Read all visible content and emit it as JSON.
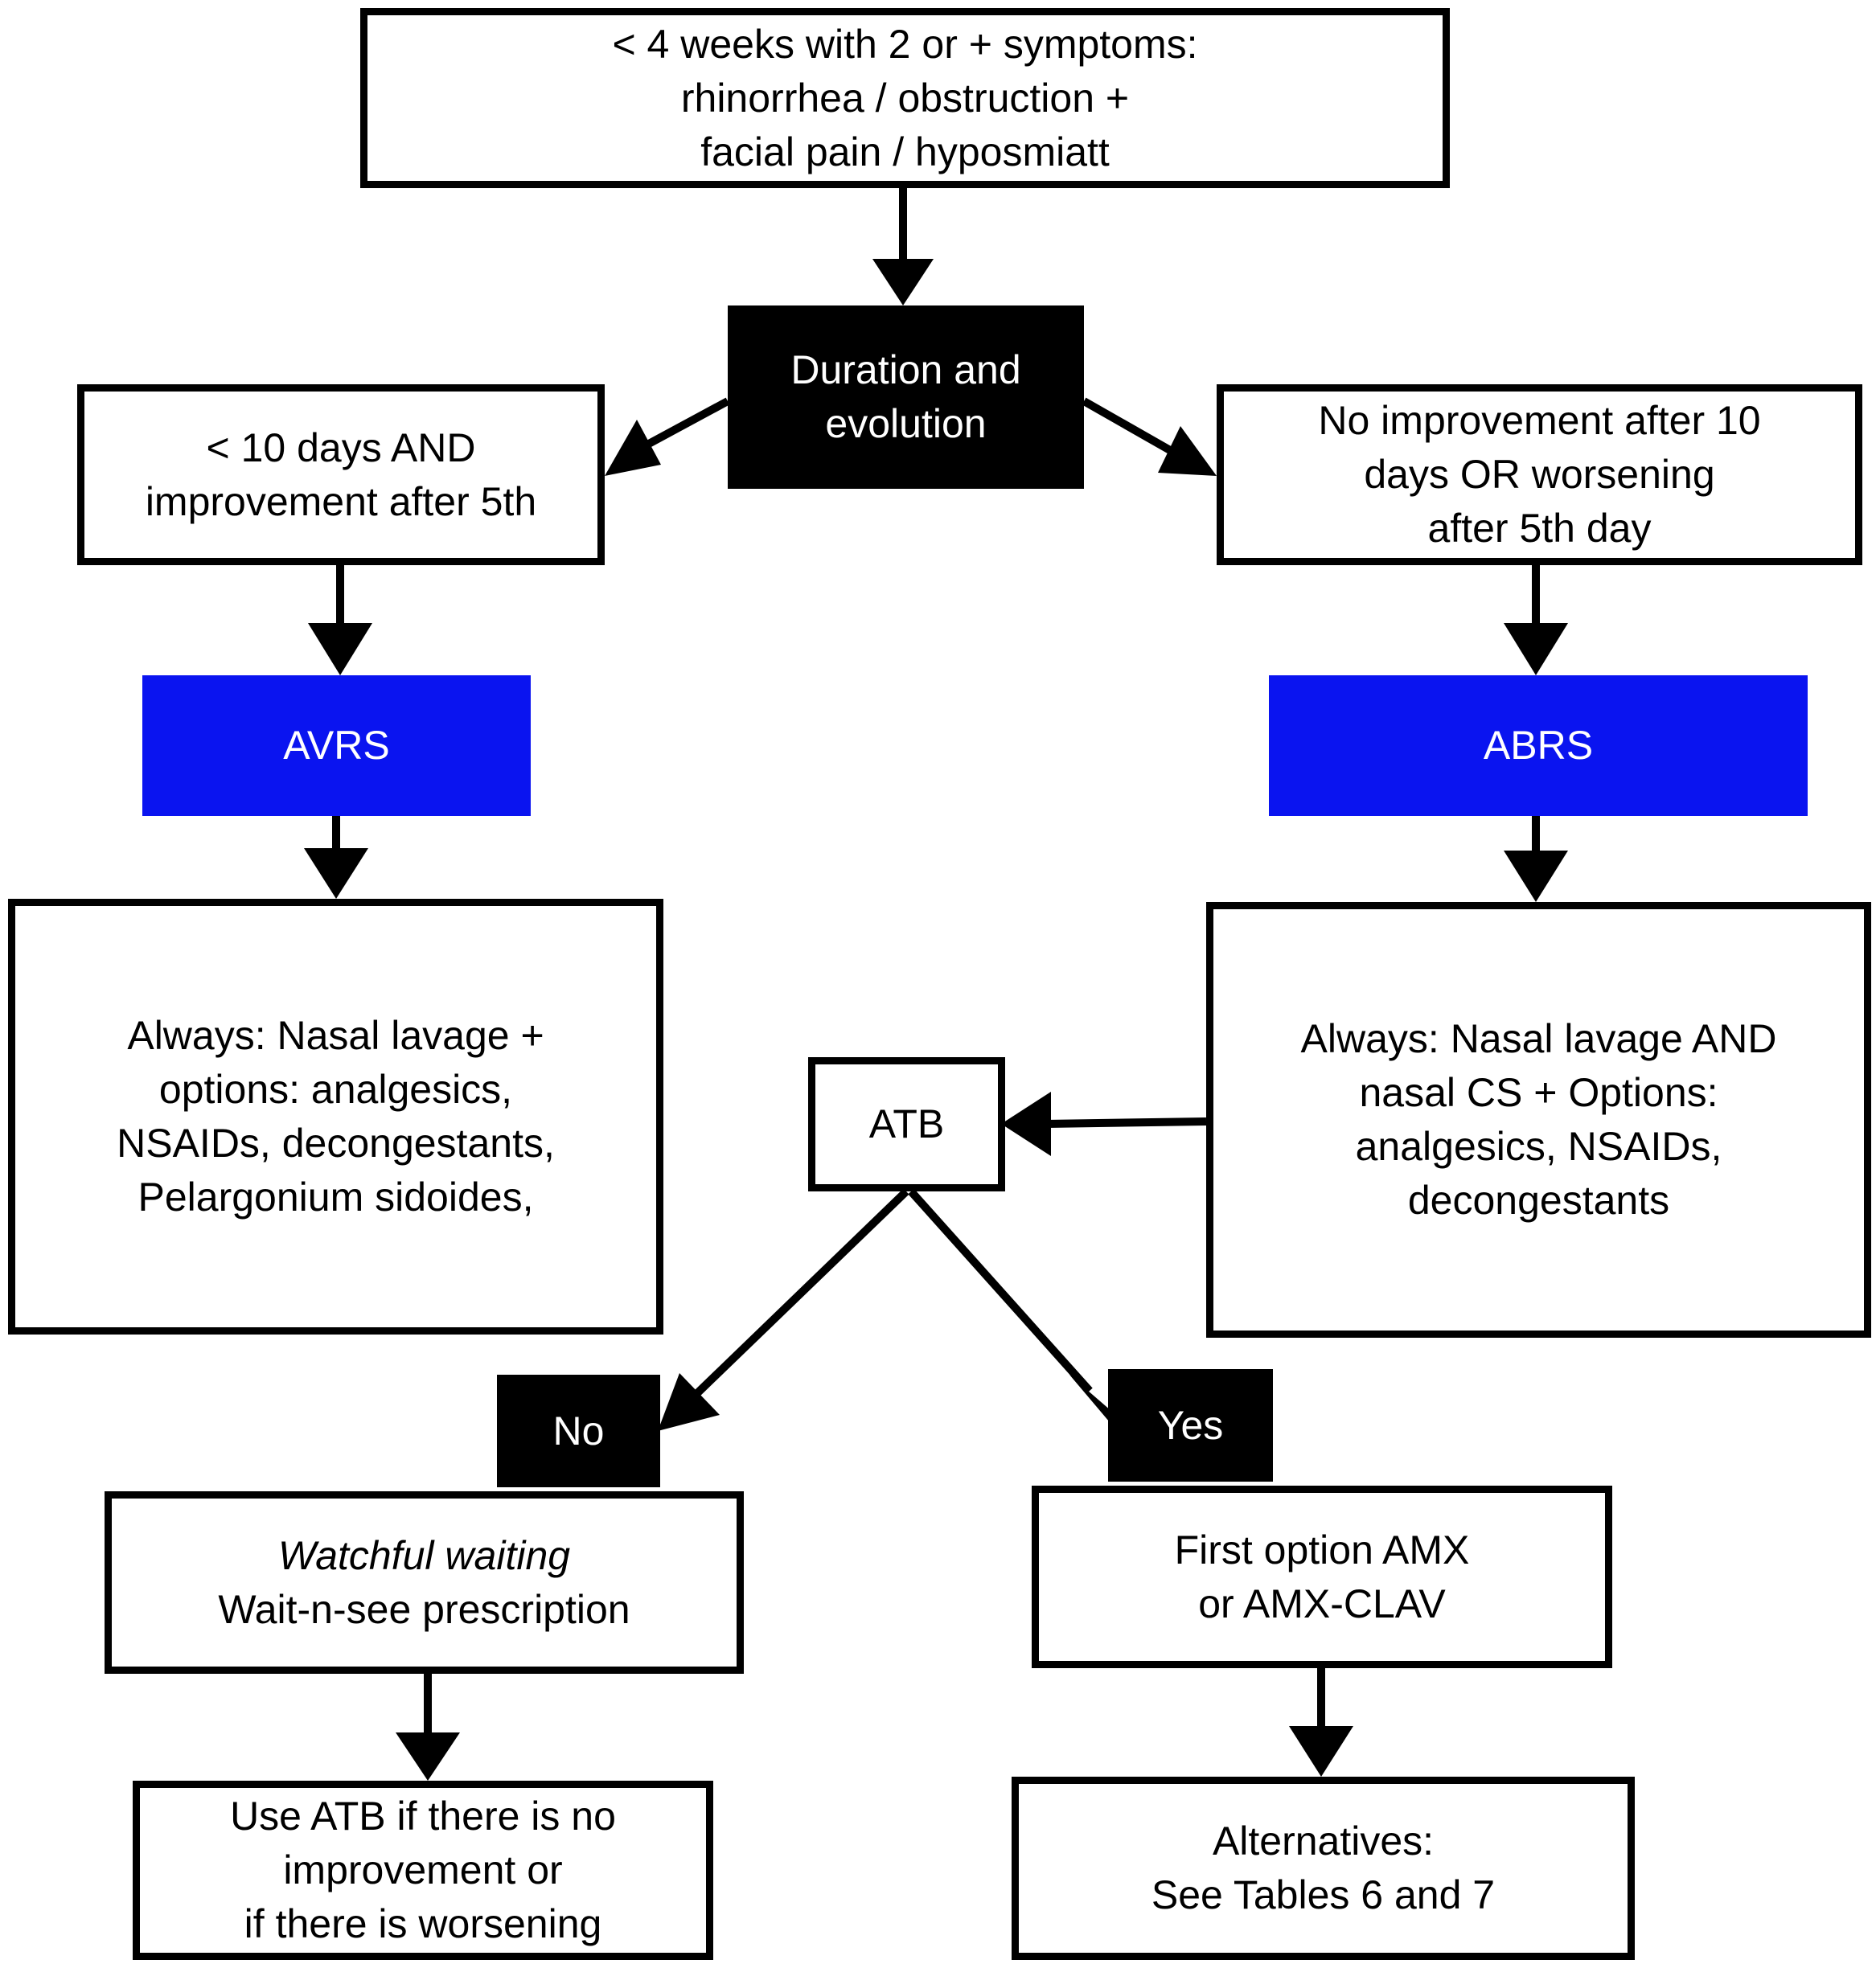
{
  "colors": {
    "blue_box": "#0a14f0",
    "dark_box": "#000000",
    "stroke": "#000000"
  },
  "nodes": {
    "start": {
      "lines": [
        "< 4 weeks with 2 or + symptoms:",
        "rhinorrhea / obstruction +",
        "facial pain / hyposmiatt"
      ]
    },
    "duration": {
      "lines": [
        "Duration and",
        "evolution"
      ]
    },
    "left_criteria": {
      "lines": [
        "< 10 days AND",
        "improvement after 5th"
      ]
    },
    "right_criteria": {
      "lines": [
        "No improvement after 10",
        "days OR worsening",
        "after 5th day"
      ]
    },
    "avrs": {
      "label": "AVRS"
    },
    "abrs": {
      "label": "ABRS"
    },
    "avrs_treatment": {
      "lines": [
        "Always: Nasal lavage +",
        "options: analgesics,",
        "NSAIDs, decongestants,",
        "Pelargonium sidoides,"
      ]
    },
    "abrs_treatment": {
      "lines": [
        "Always: Nasal lavage AND",
        "nasal CS + Options:",
        "analgesics, NSAIDs,",
        "decongestants"
      ]
    },
    "atb": {
      "label": "ATB"
    },
    "no": {
      "label": "No"
    },
    "yes": {
      "label": "Yes"
    },
    "watchful": {
      "lines": [
        "Watchful waiting",
        "Wait-n-see prescription"
      ]
    },
    "first_option": {
      "lines": [
        "First option AMX",
        "or AMX-CLAV"
      ]
    },
    "use_atb": {
      "lines": [
        "Use ATB if there is no",
        "improvement or",
        "if there is worsening"
      ]
    },
    "alternatives": {
      "lines": [
        "Alternatives:",
        "See Tables 6 and 7"
      ]
    }
  }
}
